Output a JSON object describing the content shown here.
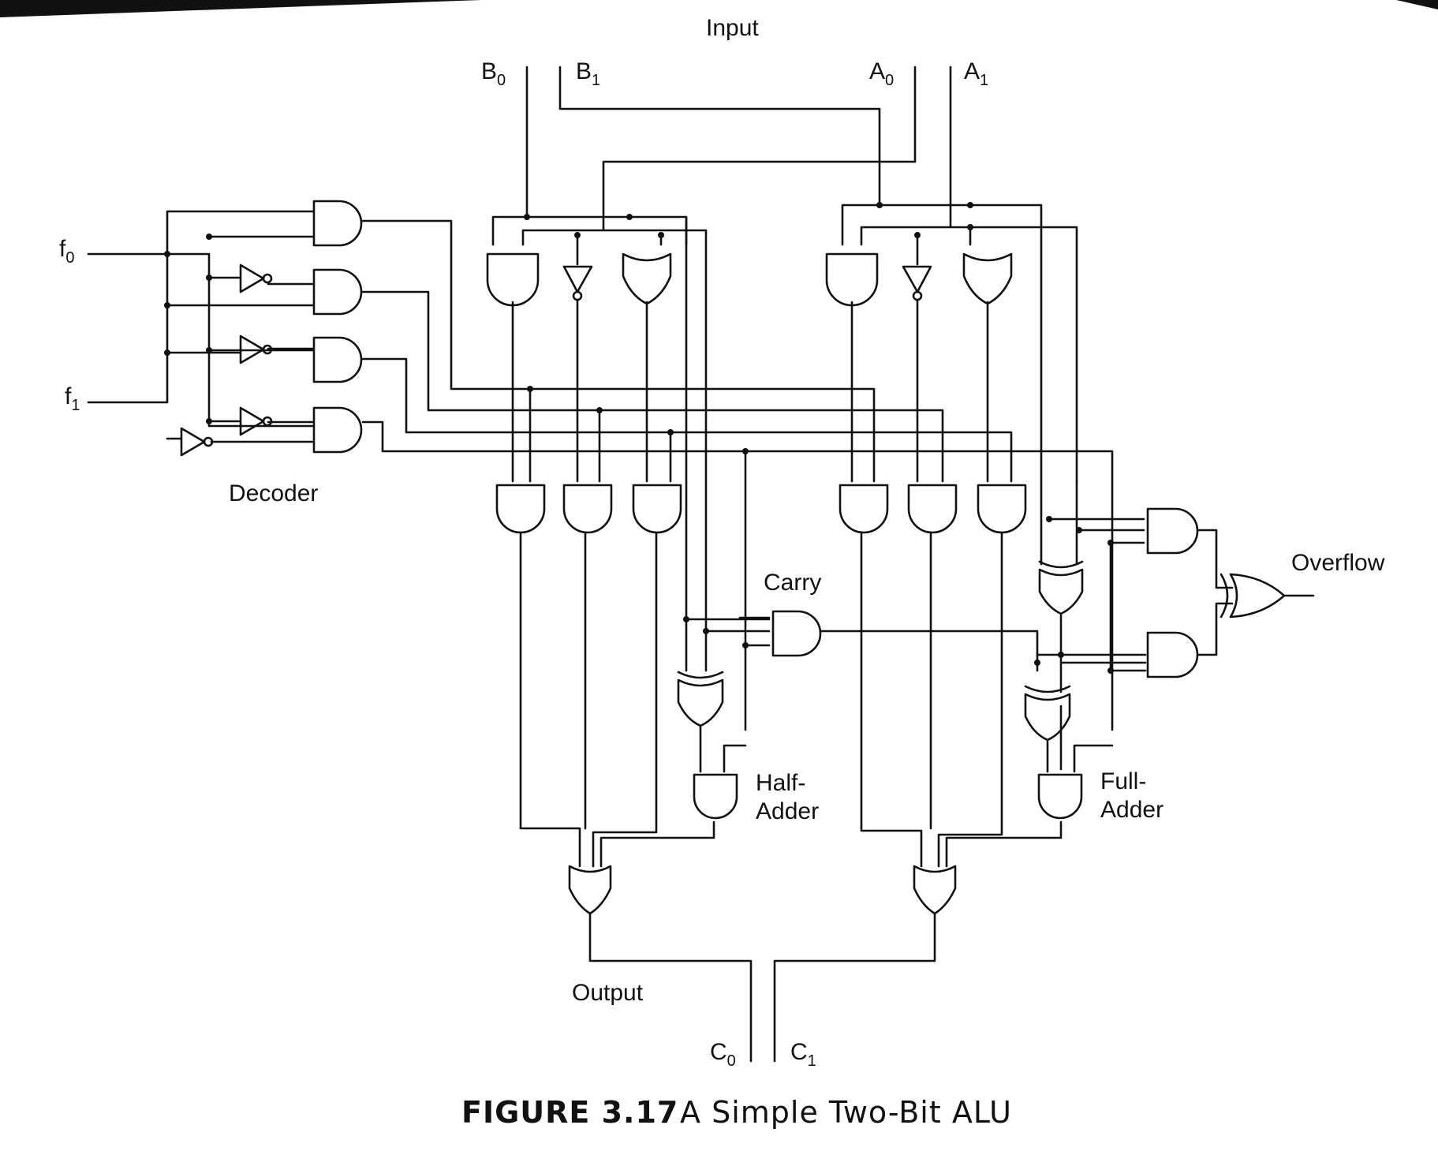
{
  "figure": {
    "number": "FIGURE 3.17",
    "title": "A Simple Two-Bit ALU"
  },
  "labels": {
    "input": "Input",
    "output": "Output",
    "decoder": "Decoder",
    "carry": "Carry",
    "overflow": "Overflow",
    "half_adder": [
      "Half-",
      "Adder"
    ],
    "full_adder": [
      "Full-",
      "Adder"
    ]
  },
  "signals": {
    "B0": {
      "base": "B",
      "sub": "0"
    },
    "B1": {
      "base": "B",
      "sub": "1"
    },
    "A0": {
      "base": "A",
      "sub": "0"
    },
    "A1": {
      "base": "A",
      "sub": "1"
    },
    "f0": {
      "base": "f",
      "sub": "0"
    },
    "f1": {
      "base": "f",
      "sub": "1"
    },
    "C0": {
      "base": "C",
      "sub": "0"
    },
    "C1": {
      "base": "C",
      "sub": "1"
    }
  }
}
